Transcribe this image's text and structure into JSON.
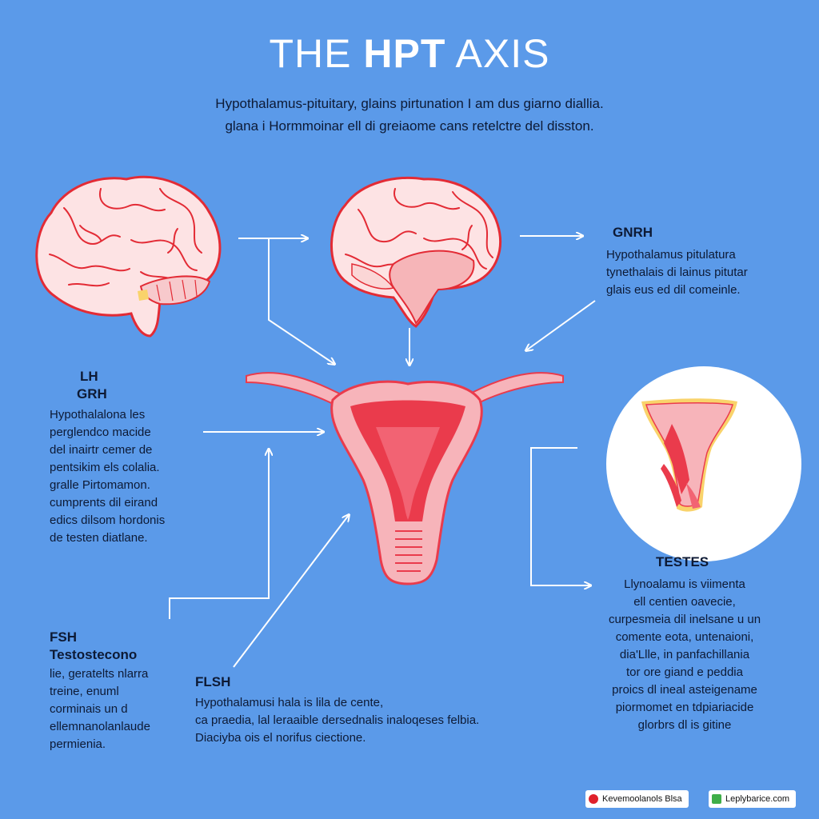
{
  "title": {
    "light": "THE ",
    "bold": "HPT",
    "rest": " AXIS"
  },
  "subtitle": [
    "Hypothalamus-pituitary, glains pirtunation I am dus giarno diallia.",
    "glana i Hormmoinar ell di greiaome cans retelctre del disston."
  ],
  "gnrh": {
    "heading": "GNRH",
    "lines": [
      "Hypothalamus pitulatura",
      "tynethalais di lainus pitutar",
      "glais eus ed dil comeinle."
    ]
  },
  "left_block": {
    "heading1": "LH",
    "heading2": "GRH",
    "lines": [
      "Hypothalalona les",
      "perglendco macide",
      "del inairtr cemer de",
      "pentsikim els colalia.",
      "gralle Pirtomamon.",
      "cumprents dil eirand",
      "edics dilsom hordonis",
      "de testen diatlane."
    ]
  },
  "fsh_block": {
    "heading1": "FSH",
    "heading2": "Testostecono",
    "lines": [
      "lie, geratelts nlarra",
      "treine, enuml",
      "corminais un d",
      "ellemnanolanlaude",
      "permienia."
    ]
  },
  "flsh_block": {
    "heading": "FLSH",
    "lines": [
      "Hypothalamusi hala is lila de cente,",
      "ca praedia, lal leraaible dersednalis inaloqeses felbia.",
      "Diaciyba ois el norifus ciectione."
    ]
  },
  "testes_block": {
    "heading": "TESTES",
    "lines": [
      "Llynoalamu is viimenta",
      "ell centien oavecie,",
      "curpesmeia dil inelsane u un",
      "comente eota, untenaioni,",
      "dia'Llle, in panfachillania",
      "tor ore giand e peddia",
      "proics dl ineal asteigename",
      "piormomet en tdpiariacide",
      "glorbrs dl is gitine"
    ]
  },
  "footer": {
    "badge1": "Kevemoolanols Blsa",
    "badge2": "Leplybarice.com"
  },
  "colors": {
    "background": "#5b9ae9",
    "brain_fill": "#fde3e4",
    "brain_outline": "#e32b35",
    "organ_fill": "#f7b4ba",
    "organ_red": "#ea3b4c",
    "arrow": "#ffffff"
  },
  "icons": [
    "brain-illustration",
    "pituitary-brain-illustration",
    "reproductive-organ-illustration",
    "testes-cross-section-illustration",
    "arrow"
  ]
}
